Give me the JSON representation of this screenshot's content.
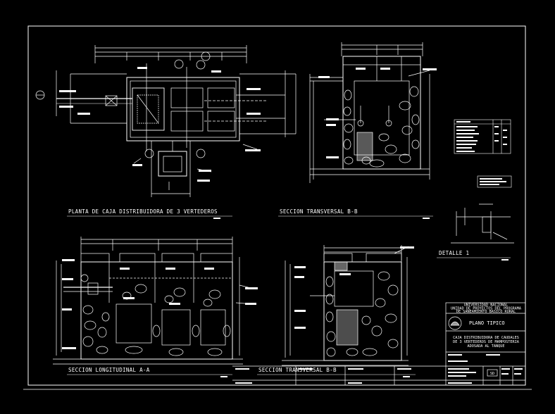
{
  "drawing": {
    "view_titles": {
      "plan": "PLANTA DE CAJA DISTRIBUIDORA DE 3 VERTEDEROS",
      "section_bb_top": "SECCION TRANSVERSAL B-B",
      "detail": "DETALLE 1",
      "section_aa": "SECCION LONGITUDINAL A-A",
      "section_bb_bottom": "SECCION TRANSVERSAL B-B"
    },
    "title_block": {
      "institution_line1": "UNIVERSIDAD NACIONAL",
      "institution_line2": "UNIDAD DE PROYECTOS DEL PROGRAMA",
      "institution_line3": "DE SANEAMIENTO BASICO RURAL",
      "plan_label": "PLANO TIPICO",
      "desc_line1": "CAJA DISTRIBUIDORA DE CAUDALES",
      "desc_line2": "DE 3 VERTEDEROS DE MAMPOSTERIA",
      "desc_line3": "ADOSADA AL TANQUE",
      "sheet_code": "SD"
    },
    "colors": {
      "background": "#000000",
      "line_primary": "#ffffff",
      "line_hatch": "#bfbfbf",
      "line_dim": "#d9d9d9"
    }
  }
}
